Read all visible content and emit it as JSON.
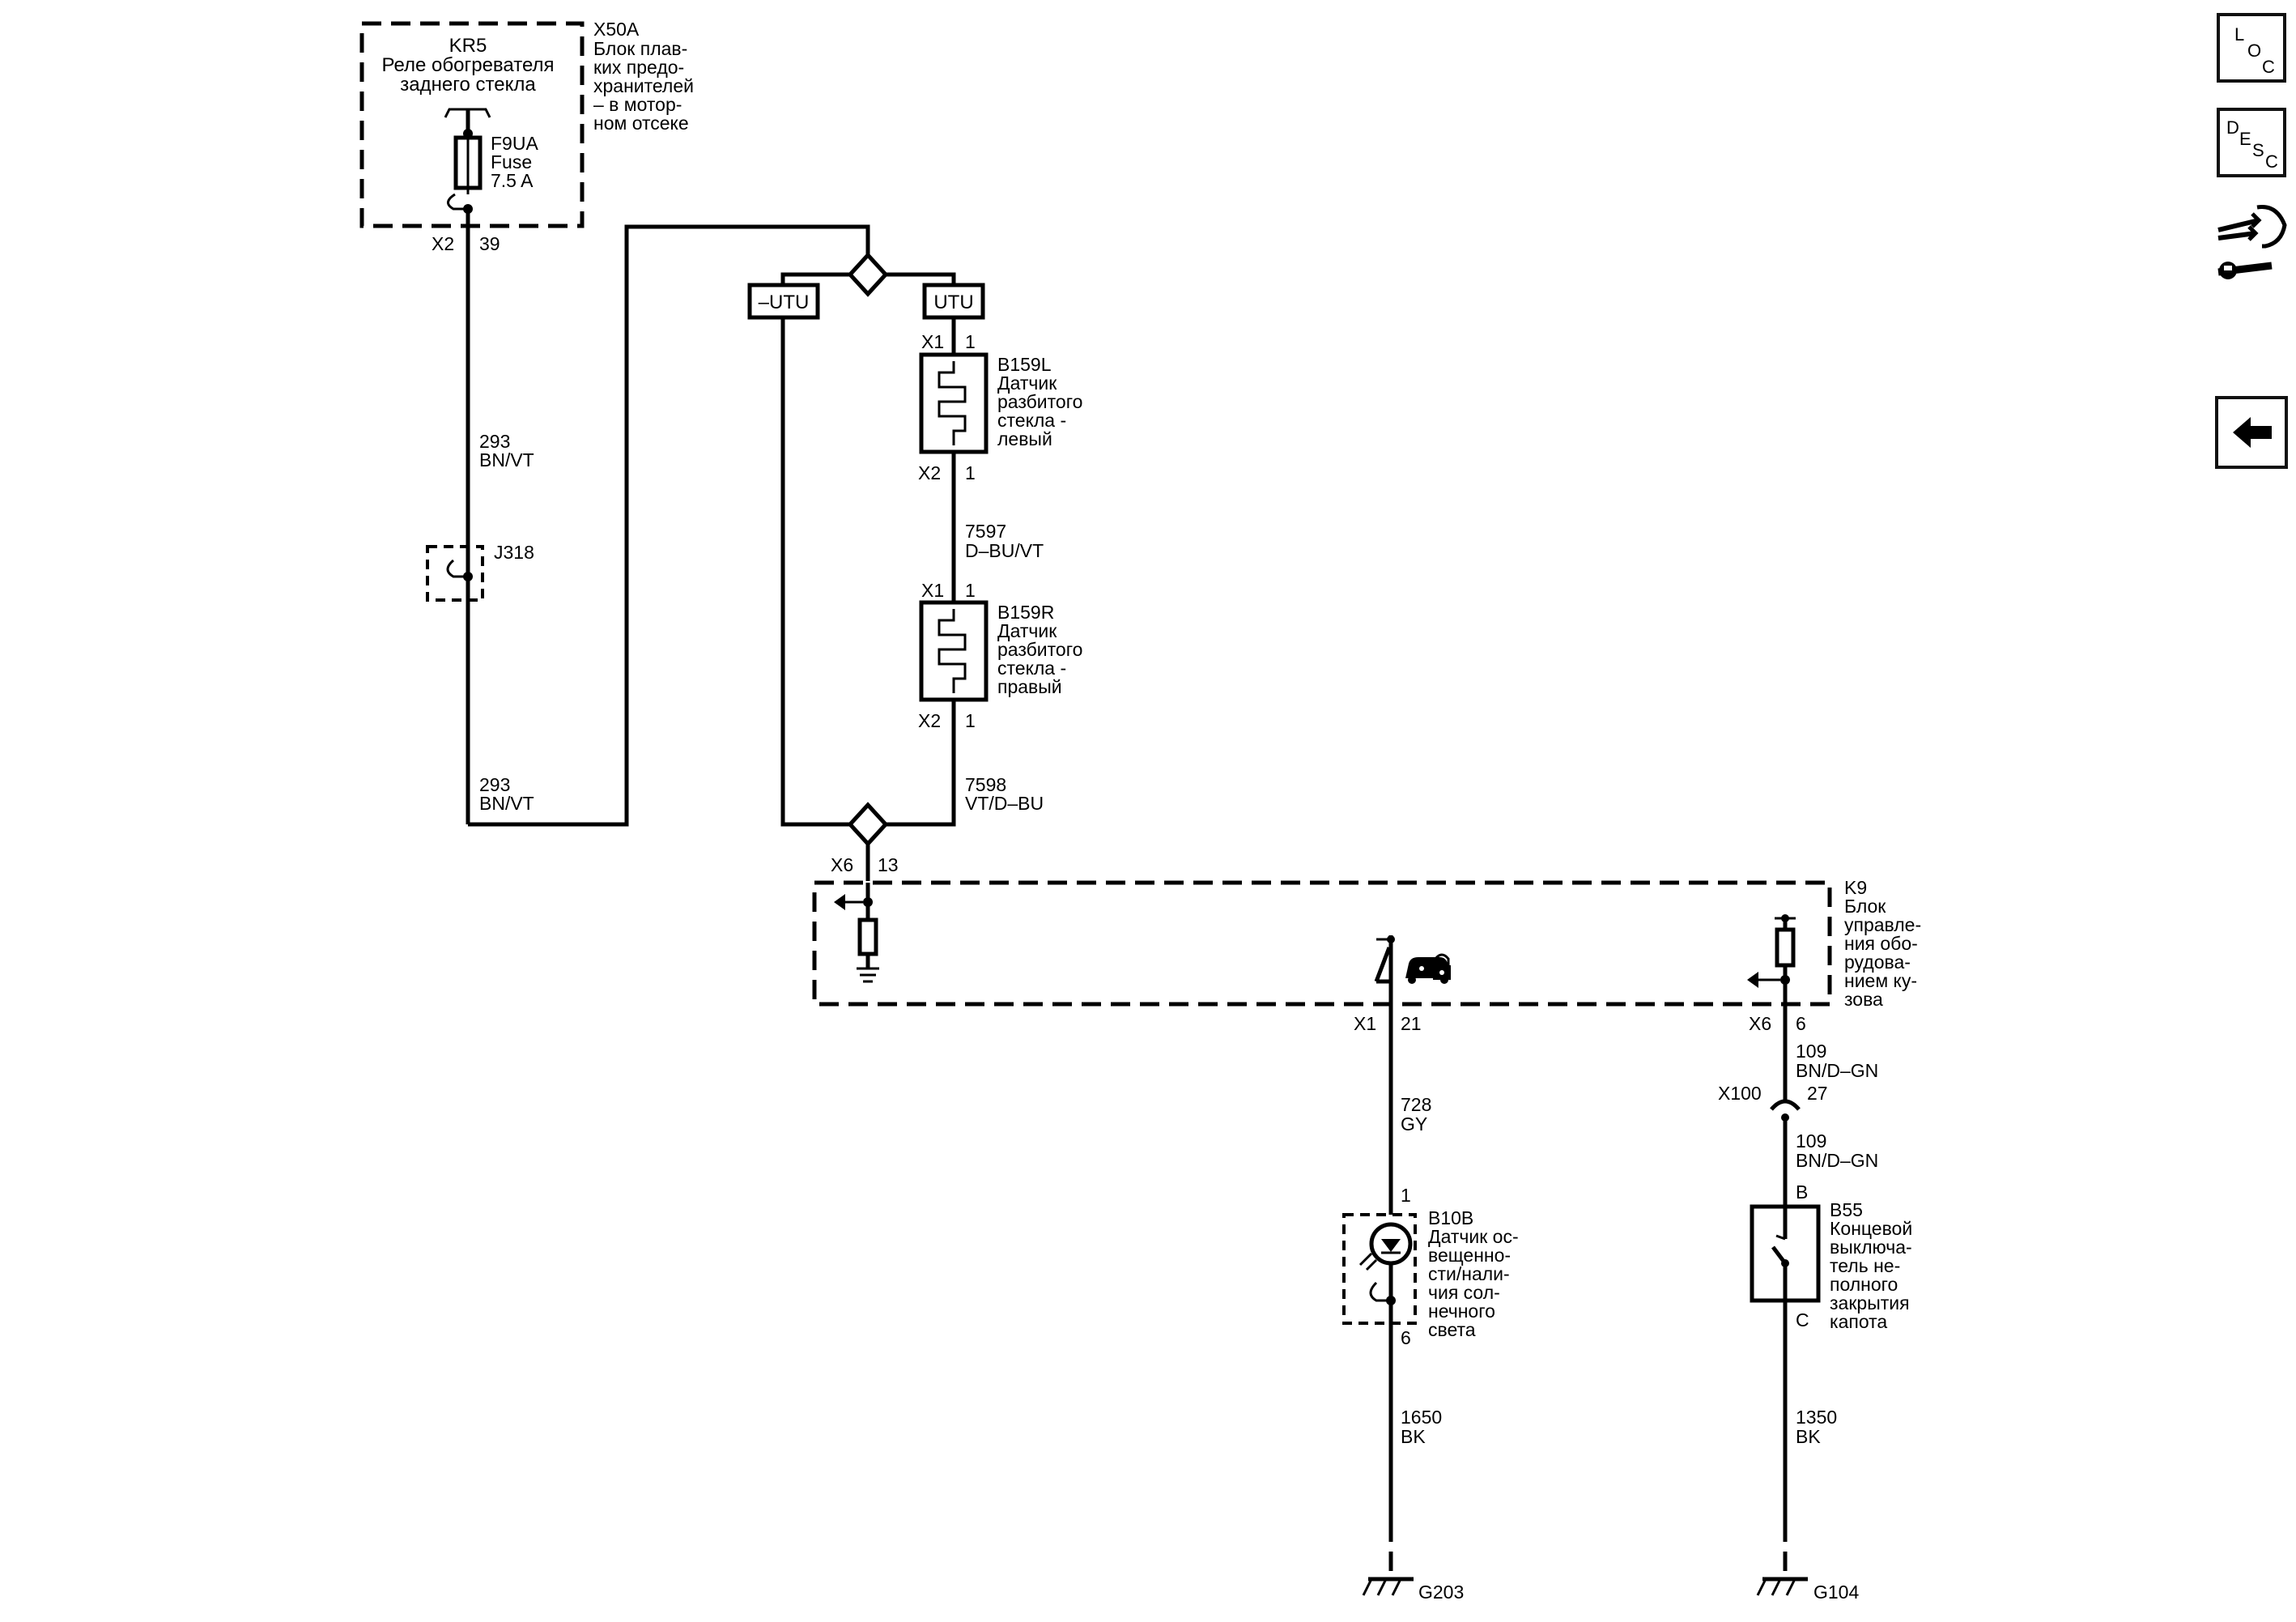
{
  "nav": {
    "loc": {
      "l": "L",
      "o": "O",
      "c": "C"
    },
    "desc": {
      "d": "D",
      "e": "E",
      "s": "S",
      "c": "C"
    },
    "icons": [
      "loc-icon",
      "desc-icon",
      "connector-repair-icon",
      "back-arrow-icon"
    ]
  },
  "kr5": {
    "id": "KR5",
    "line1": "Реле обогревателя",
    "line2": "заднего стекла"
  },
  "x50a": {
    "id": "X50A",
    "lines": [
      "Блок плав-",
      "ких предо-",
      "хранителей",
      "– в мотор-",
      "ном отсеке"
    ]
  },
  "fuse": {
    "id": "F9UA",
    "type": "Fuse",
    "rating": "7.5 A"
  },
  "x2_top": {
    "conn": "X2",
    "pin": "39"
  },
  "wire293_a": {
    "num": "293",
    "color": "BN/VT"
  },
  "j318": "J318",
  "wire293_b": {
    "num": "293",
    "color": "BN/VT"
  },
  "utu_left": "–UTU",
  "utu_right": "UTU",
  "b159l": {
    "conn_top": "X1",
    "pin_top": "1",
    "conn_bot": "X2",
    "pin_bot": "1",
    "lines": [
      "B159L",
      "Датчик",
      "разбитого",
      "стекла -",
      "левый"
    ]
  },
  "wire7597": {
    "num": "7597",
    "color": "D–BU/VT"
  },
  "b159r": {
    "conn_top": "X1",
    "pin_top": "1",
    "conn_bot": "X2",
    "pin_bot": "1",
    "lines": [
      "B159R",
      "Датчик",
      "разбитого",
      "стекла -",
      "правый"
    ]
  },
  "wire7598": {
    "num": "7598",
    "color": "VT/D–BU"
  },
  "x6_13": {
    "conn": "X6",
    "pin": "13"
  },
  "k9": {
    "lines": [
      "K9",
      "Блок",
      "управле-",
      "ния обо-",
      "рудова-",
      "нием ку-",
      "зова"
    ]
  },
  "x1_21": {
    "conn": "X1",
    "pin": "21"
  },
  "x6_6": {
    "conn": "X6",
    "pin": "6"
  },
  "wire728": {
    "num": "728",
    "color": "GY"
  },
  "wire109_a": {
    "num": "109",
    "color": "BN/D–GN"
  },
  "x100": {
    "conn": "X100",
    "pin": "27"
  },
  "wire109_b": {
    "num": "109",
    "color": "BN/D–GN"
  },
  "b10b": {
    "pin_top": "1",
    "pin_bot": "6",
    "lines": [
      "B10B",
      "Датчик ос-",
      "вещеннo-",
      "сти/нали-",
      "чия сол-",
      "нечного",
      "света"
    ]
  },
  "b55": {
    "pin_top": "B",
    "pin_bot": "C",
    "lines": [
      "B55",
      "Концевой",
      "выключа-",
      "тель не-",
      "полного",
      "закрытия",
      "капота"
    ]
  },
  "wire1650": {
    "num": "1650",
    "color": "BK"
  },
  "wire1350": {
    "num": "1350",
    "color": "BK"
  },
  "ground_left": "G203",
  "ground_right": "G104"
}
